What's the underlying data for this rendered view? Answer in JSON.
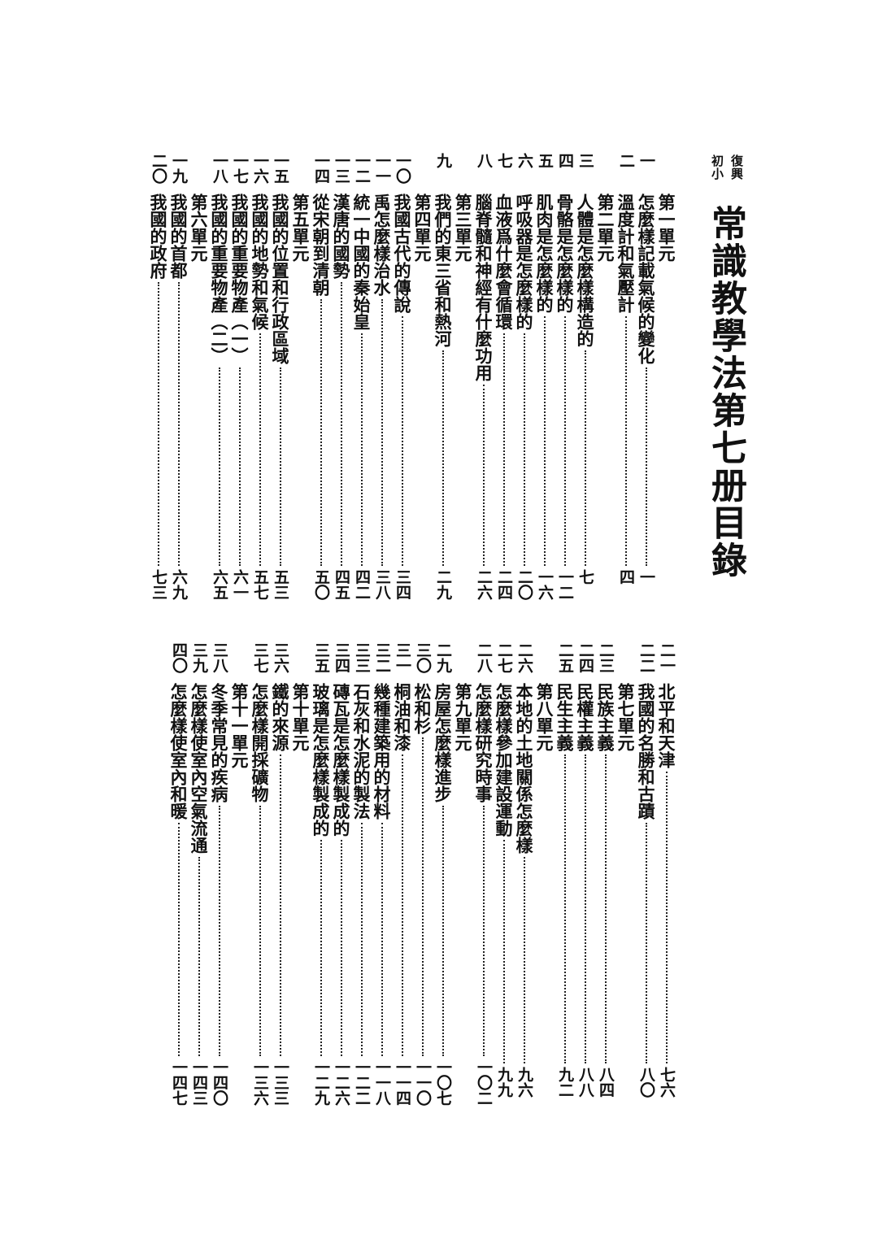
{
  "header": {
    "series_top": "復興",
    "series_bottom": "初小",
    "title": "常識教學法第七册目錄"
  },
  "toc_top": [
    {
      "unit": "第一單元"
    },
    {
      "num": "一",
      "title": "怎麼樣記載氣候的變化",
      "page": "一"
    },
    {
      "num": "二",
      "title": "溫度計和氣壓計",
      "page": "四"
    },
    {
      "unit": "第二單元"
    },
    {
      "num": "三",
      "title": "人體是怎麼樣構造的",
      "page": "七"
    },
    {
      "num": "四",
      "title": "骨骼是怎麼樣的",
      "page": "一二"
    },
    {
      "num": "五",
      "title": "肌肉是怎麼樣的",
      "page": "一六"
    },
    {
      "num": "六",
      "title": "呼吸器是怎麼樣的",
      "page": "二〇"
    },
    {
      "num": "七",
      "title": "血液爲什麼會循環",
      "page": "二四"
    },
    {
      "num": "八",
      "title": "腦脊髓和神經有什麼功用",
      "page": "二六"
    },
    {
      "unit": "第三單元"
    },
    {
      "num": "九",
      "title": "我們的東三省和熱河",
      "page": "二九"
    },
    {
      "unit": "第四單元"
    },
    {
      "num": "一〇",
      "title": "我國古代的傳說",
      "page": "三四"
    },
    {
      "num": "一一",
      "title": "禹怎麼樣治水",
      "page": "三八"
    },
    {
      "num": "一二",
      "title": "統一中國的秦始皇",
      "page": "四二"
    },
    {
      "num": "一三",
      "title": "漢唐的國勢",
      "page": "四五"
    },
    {
      "num": "一四",
      "title": "從宋朝到清朝",
      "page": "五〇"
    },
    {
      "unit": "第五單元"
    },
    {
      "num": "一五",
      "title": "我國的位置和行政區域",
      "page": "五三"
    },
    {
      "num": "一六",
      "title": "我國的地勢和氣候",
      "page": "五七"
    },
    {
      "num": "一七",
      "title": "我國的重要物產（一）",
      "page": "六一"
    },
    {
      "num": "一八",
      "title": "我國的重要物產（二）",
      "page": "六五"
    },
    {
      "unit": "第六單元"
    },
    {
      "num": "一九",
      "title": "我國的首都",
      "page": "六九"
    },
    {
      "num": "二〇",
      "title": "我國的政府",
      "page": "七三"
    }
  ],
  "toc_bottom": [
    {
      "num": "二一",
      "title": "北平和天津",
      "page": "七六"
    },
    {
      "num": "二二",
      "title": "我國的名勝和古蹟",
      "page": "八〇"
    },
    {
      "unit": "第七單元"
    },
    {
      "num": "二三",
      "title": "民族主義",
      "page": "八四"
    },
    {
      "num": "二四",
      "title": "民權主義",
      "page": "八八"
    },
    {
      "num": "二五",
      "title": "民生主義",
      "page": "九二"
    },
    {
      "unit": "第八單元"
    },
    {
      "num": "二六",
      "title": "本地的土地關係怎麼樣",
      "page": "九六"
    },
    {
      "num": "二七",
      "title": "怎麼樣參加建設運動",
      "page": "九九"
    },
    {
      "num": "二八",
      "title": "怎麼樣研究時事",
      "page": "一〇二"
    },
    {
      "unit": "第九單元"
    },
    {
      "num": "二九",
      "title": "房屋怎麼樣進步",
      "page": "一〇七"
    },
    {
      "num": "三〇",
      "title": "松和杉",
      "page": "一一〇"
    },
    {
      "num": "三一",
      "title": "桐油和漆",
      "page": "一一四"
    },
    {
      "num": "三二",
      "title": "幾種建築用的材料",
      "page": "一一八"
    },
    {
      "num": "三三",
      "title": "石灰和水泥的製法",
      "page": "一二二"
    },
    {
      "num": "三四",
      "title": "磚瓦是怎麼樣製成的",
      "page": "一二六"
    },
    {
      "num": "三五",
      "title": "玻璃是怎麼樣製成的",
      "page": "一二九"
    },
    {
      "unit": "第十單元"
    },
    {
      "num": "三六",
      "title": "鐵的來源",
      "page": "一三三"
    },
    {
      "num": "三七",
      "title": "怎麼樣開採礦物",
      "page": "一三六"
    },
    {
      "unit": "第十一單元"
    },
    {
      "num": "三八",
      "title": "冬季常見的疾病",
      "page": "一四〇"
    },
    {
      "num": "三九",
      "title": "怎麼樣使室內空氣流通",
      "page": "一四三"
    },
    {
      "num": "四〇",
      "title": "怎麼樣使室內和暖",
      "page": "一四七"
    }
  ]
}
